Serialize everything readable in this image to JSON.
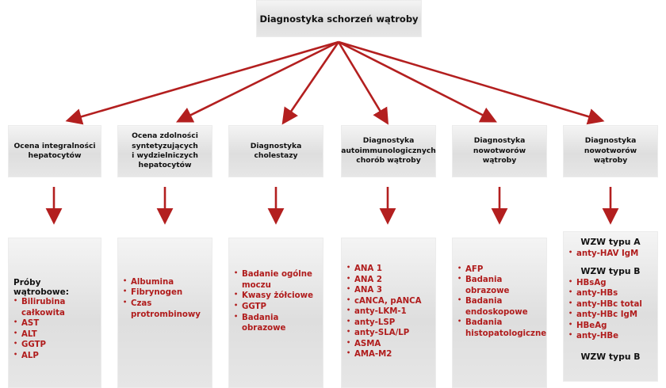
{
  "root": "Diagnostyka schorzeń wątroby",
  "categories": [
    "Ocena integralności\nhepatocytów",
    "Ocena zdolności\nsyntetyzujących\ni wydzielniczych\nhepatocytów",
    "Diagnostyka\ncholestazy",
    "Diagnostyka\nautoimmunologicznych\nchorób wątroby",
    "Diagnostyka\nnowotworów wątroby",
    "Diagnostyka\nnowotworów wątroby"
  ],
  "panel1": {
    "heading": "Próby wątrobowe:",
    "items": [
      "Bilirubina całkowita",
      "AST",
      "ALT",
      "GGTP",
      "ALP"
    ]
  },
  "panel2": {
    "items": [
      "Albumina",
      "Fibrynogen",
      "Czas\nprotrombinowy"
    ]
  },
  "panel3": {
    "items": [
      "Badanie ogólne\nmoczu",
      "Kwasy żółciowe",
      "GGTP",
      "Badania obrazowe"
    ]
  },
  "panel4": {
    "items": [
      "ANA 1",
      "ANA 2",
      "ANA 3",
      "cANCA, pANCA",
      "anty-LKM-1",
      "anty-LSP",
      "anty-SLA/LP",
      "ASMA",
      "AMA-M2"
    ]
  },
  "panel5": {
    "items": [
      "AFP",
      "Badania obrazowe",
      "Badania\nendoskopowe",
      "Badania\nhistopatologiczne"
    ]
  },
  "panel6": {
    "heading_a": "WZW typu A",
    "items_a": [
      "anty-HAV IgM"
    ],
    "heading_b": "WZW typu B",
    "items_b": [
      "HBsAg",
      "anty-HBs",
      "anty-HBc total",
      "anty-HBc IgM",
      "HBeAg",
      "anty-HBe"
    ],
    "heading_c": "WZW typu B"
  },
  "colors": {
    "arrow": "#b31f1f",
    "item_text": "#b01c1c"
  }
}
